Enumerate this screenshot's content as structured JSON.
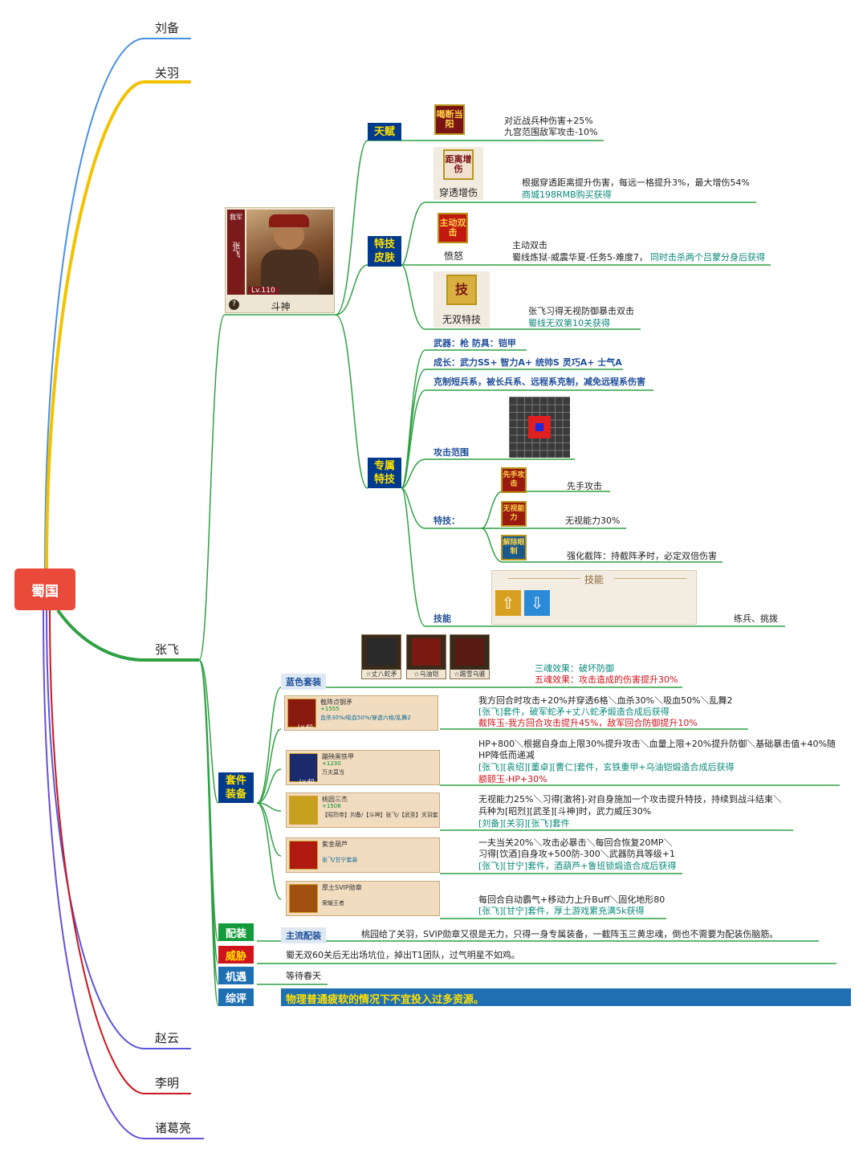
{
  "root": {
    "label": "蜀国"
  },
  "heroes": {
    "liubei": "刘备",
    "guanyu": "关羽",
    "zhangfei": "张飞",
    "zhaoyun": "赵云",
    "liming": "李明",
    "zhugeliang": "诸葛亮"
  },
  "portrait": {
    "side": "我军",
    "name_vertical": "张飞",
    "level": "Lv.110",
    "caption": "斗神",
    "help": "?"
  },
  "tags": {
    "talent": "天赋",
    "skin": "特技皮肤",
    "exclusive": "专属特技",
    "set_equip": "套件装备",
    "config": "配装",
    "threat": "威胁",
    "chance": "机遇",
    "summary": "综评"
  },
  "talent": {
    "icon_text": "喝断当阳",
    "line1": "对近战兵种伤害+25%",
    "line2": "九宫范围敌军攻击-10%"
  },
  "skins": [
    {
      "icon_text": "距离增伤",
      "caption": "穿透增伤",
      "line1": "根据穿透距离提升伤害，每远一格提升3%，最大增伤54%",
      "line2": "商城198RMB购买获得"
    },
    {
      "icon_text": "主动双击",
      "caption": "愤怒",
      "line1": "主动双击",
      "line2a": "蜀线炼狱-威震华夏-任务5-难度7，",
      "line2b": "同时击杀两个吕蒙分身后获得"
    },
    {
      "icon_text": "技",
      "caption": "无双特技",
      "line1": "张飞习得无视防御暴击双击",
      "line2": "蜀线无双第10关获得"
    }
  ],
  "exclusive": {
    "weapon": "武器：枪  防具：铠甲",
    "growth": "成长：武力SS+ 智力A+ 统帅S 灵巧A+ 士气A",
    "counter": "克制短兵系，被长兵系、远程系克制，减免远程系伤害",
    "range_label": "攻击范围",
    "special_label": "特技：",
    "specials": [
      {
        "icon_text": "先手攻击",
        "text": "先手攻击"
      },
      {
        "icon_text": "无视能力",
        "text": "无视能力30%"
      },
      {
        "icon_text": "解除眼制",
        "text": "强化截阵：持截阵矛时，必定双倍伤害"
      }
    ],
    "skill_label": "技能",
    "skill_box_title": "技能",
    "skill_text": "练兵、挑拨"
  },
  "set": {
    "blue_label": "蓝色套装",
    "blue_items": [
      "☆丈八蛇矛",
      "☆乌油铠",
      "☆踢雪乌骓"
    ],
    "three_soul": "三魂效果：破坏防御",
    "five_soul": "五魂效果：攻击造成的伤害提升30%",
    "cards": [
      {
        "name": "截阵点钢矛",
        "value": "+1555",
        "sub": "血杀30%/吸血50%/穿透六格/乱舞2",
        "level": "Lv.40",
        "l1": "我方回合时攻击+20%并穿透6格＼血杀30%＼吸血50%＼乱舞2",
        "l2": "[张飞]套件，破军蛇矛+丈八蛇矛煅造合成后获得",
        "l3": "截阵玉-我方回合攻击提升45%，敌军回合防御提升10%"
      },
      {
        "name": "蹦殃黑铁甲",
        "value": "+1230",
        "sub": "万夫莫当",
        "level": "Lv.40",
        "l1": "HP+800＼根据自身血上限30%提升攻击＼血量上限+20%提升防御＼基础暴击值+40%随",
        "l1b": "HP降低而递减",
        "l2": "[张飞][袁绍][董卓][曹仁]套件，玄铁重甲+乌油铠煅造合成后获得",
        "l3": "额颐玉-HP+30%"
      },
      {
        "name": "桃园三杰",
        "value": "+1508",
        "sub": "【昭烈帝】刘备/【斗神】张飞/【武圣】关羽套",
        "level": "",
        "l1": "无视能力25%＼习得[激将]-对自身施加一个攻击提升特技，持续到战斗结束＼",
        "l1b": "兵种为[昭烈][武圣][斗神]时，武力威压30%",
        "l2": "[刘备][关羽][张飞]套件"
      },
      {
        "name": "紫金葫芦",
        "value": "",
        "sub": "张飞/甘宁套装",
        "level": "",
        "l1": "一夫当关20%＼攻击必暴击＼每回合恢复20MP＼",
        "l1b": "习得[饮酒]自身攻+500防-300＼武器防具等级+1",
        "l2": "[张飞][甘宁]套件，酒葫芦+鲁班锁煅造合成后获得"
      },
      {
        "name": "厚土SVIP勋章",
        "value": "",
        "sub": "荣耀王者",
        "level": "",
        "l1": "每回合自动霸气+移动力上升Buff＼固化地形80",
        "l2": "[张飞][甘宁]套件，厚土游戏累充满5k获得"
      }
    ]
  },
  "config": {
    "label": "主流配装",
    "text": "桃园给了关羽，SVIP勋章又很是无力，只得一身专属装备，一截阵玉三黄忠魂，倒也不需要为配装伤脑筋。"
  },
  "threat": {
    "text": "蜀无双60关后无出场坑位，掉出T1团队，过气明星不如鸡。"
  },
  "chance": {
    "text": "等待春天"
  },
  "summary": {
    "text": "物理普通疲软的情况下不宜投入过多资源。"
  },
  "colors": {
    "root": "#ea4a3a",
    "liubei": "#4a90e2",
    "guanyu": "#f2c200",
    "zhangfei": "#2ea043",
    "zhaoyun": "#5a55d6",
    "liming": "#d0141b",
    "zhugeliang": "#6a4fd6",
    "tag_bg": "#003a8c",
    "tag_text": "#ffe000"
  }
}
